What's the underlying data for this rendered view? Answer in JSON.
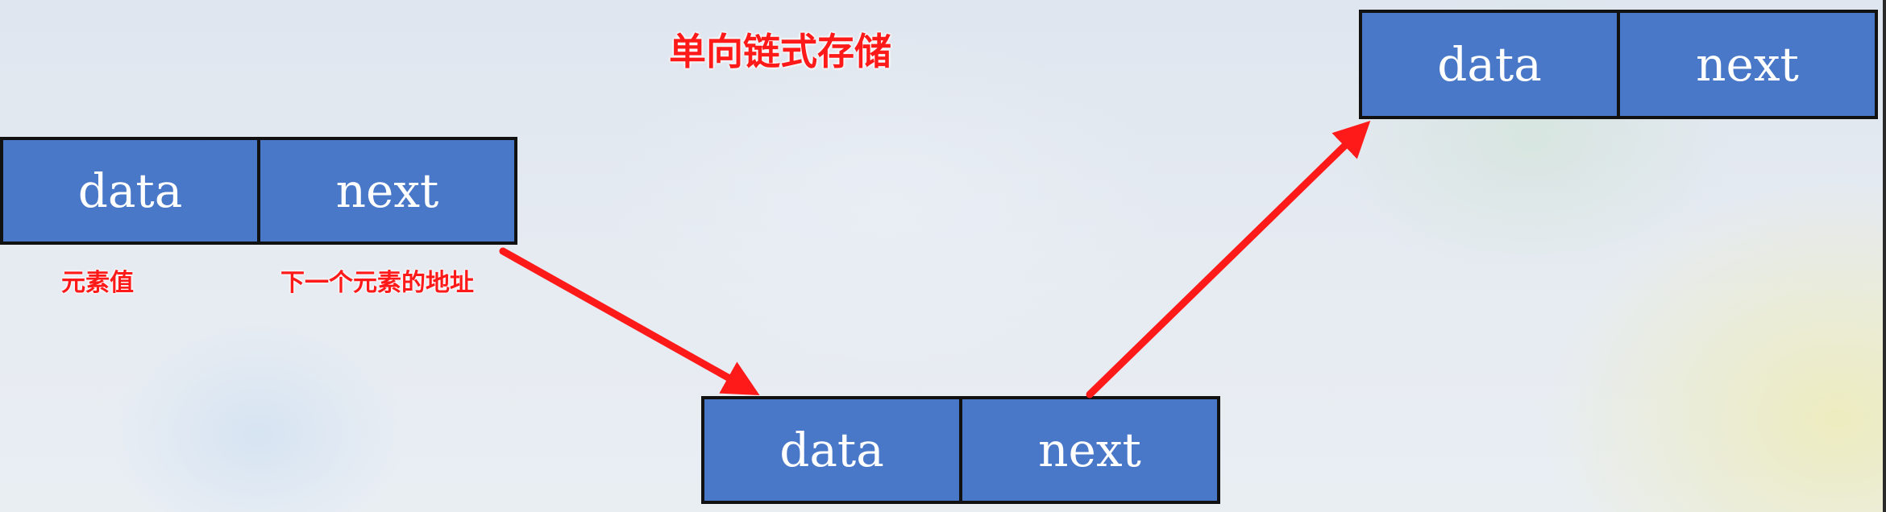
{
  "title": "单向链式存储",
  "nodes": [
    {
      "data_label": "data",
      "next_label": "next"
    },
    {
      "data_label": "data",
      "next_label": "next"
    },
    {
      "data_label": "data",
      "next_label": "next"
    }
  ],
  "annotations": {
    "data_note": "元素值",
    "next_note": "下一个元素的地址"
  },
  "colors": {
    "node_fill": "#4a78c9",
    "node_border": "#111111",
    "arrow": "#ff1a1a",
    "annotation_text": "#ff1a1a"
  }
}
